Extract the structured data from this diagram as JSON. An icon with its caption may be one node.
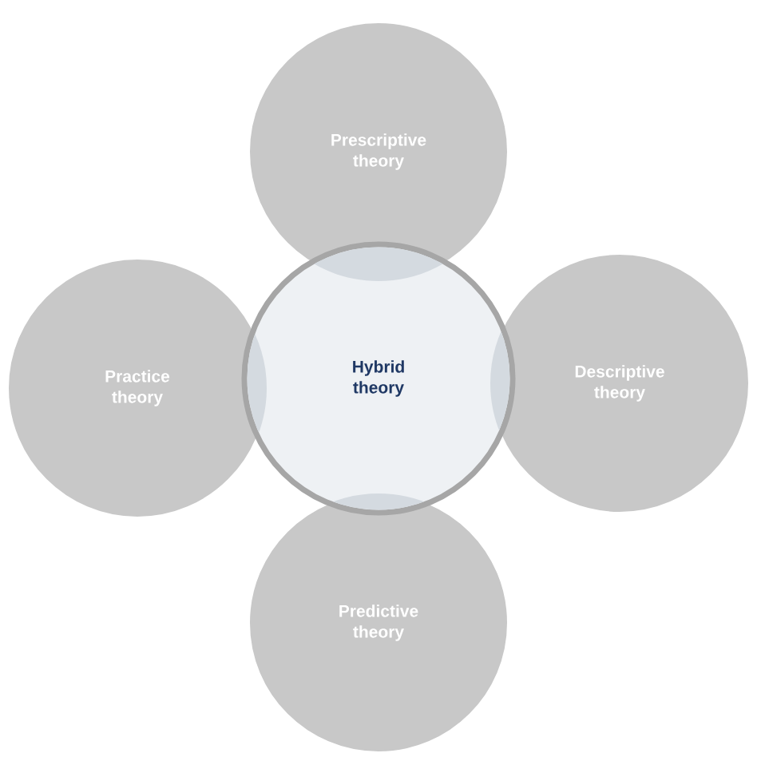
{
  "diagram": {
    "nodes": [
      {
        "text": [
          "Prescriptive theory"
        ]
      },
      {
        "text": [
          "Practice theory"
        ]
      },
      {
        "text": [
          "Hybrid theory"
        ]
      },
      {
        "text": [
          "Descriptive theory"
        ]
      },
      {
        "text": [
          "Predictive theory"
        ]
      }
    ]
  }
}
